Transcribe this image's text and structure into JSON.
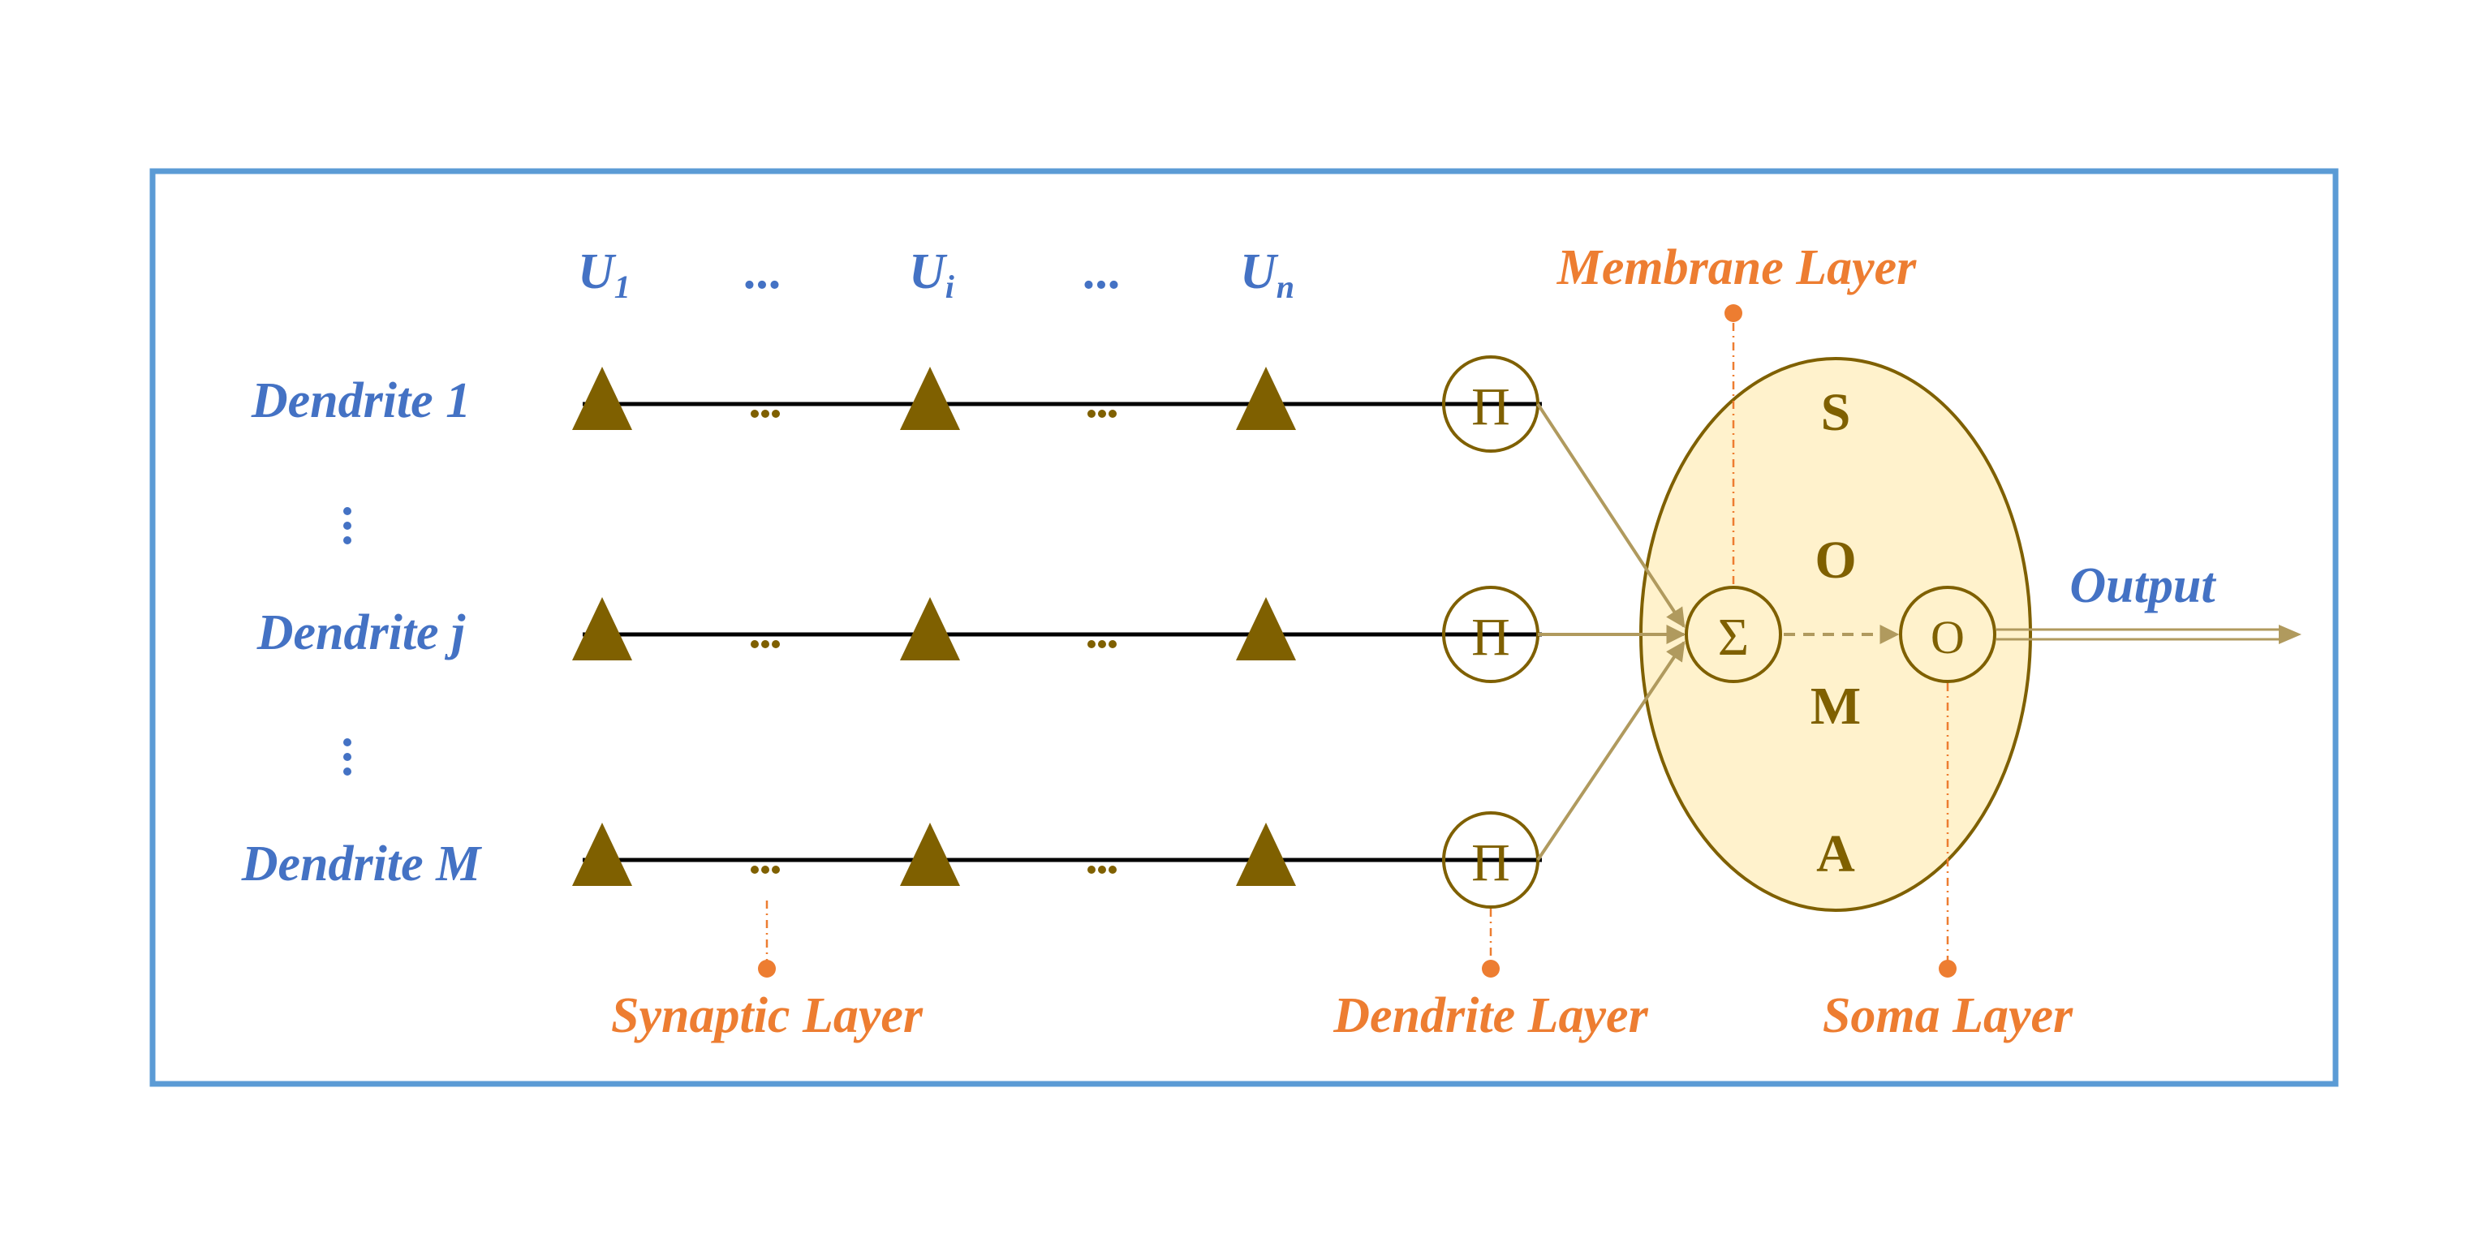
{
  "inputs": {
    "u1": {
      "base": "U",
      "sub": "1"
    },
    "ui": {
      "base": "U",
      "sub": "i"
    },
    "un": {
      "base": "U",
      "sub": "n"
    },
    "ellipsis": "..."
  },
  "dendrites": [
    {
      "label": "Dendrite 1"
    },
    {
      "label": "Dendrite j"
    },
    {
      "label": "Dendrite M"
    }
  ],
  "vertical_ellipsis": "⋮",
  "nodes": {
    "product_symbol": "Π",
    "sum_symbol": "Σ",
    "output_symbol": "O"
  },
  "soma_letters": [
    "S",
    "O",
    "M",
    "A"
  ],
  "output_label": "Output",
  "layers": {
    "membrane": "Membrane Layer",
    "synaptic": "Synaptic Layer",
    "dendrite": "Dendrite Layer",
    "soma": "Soma Layer"
  },
  "colors": {
    "frame": "#5b9bd5",
    "label_blue": "#4472c4",
    "label_orange": "#ed7d31",
    "synapse_brown": "#7f6000",
    "soma_fill": "#fff2cc"
  }
}
